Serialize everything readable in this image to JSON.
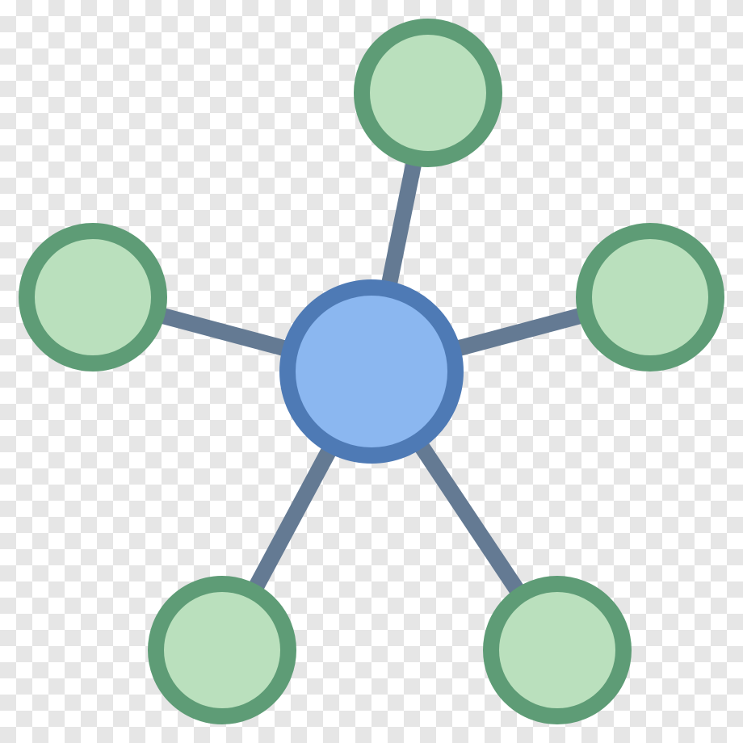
{
  "icon": {
    "name": "network-hub-icon",
    "colors": {
      "edge": "#647a93",
      "hub_fill": "#8bb7f0",
      "hub_stroke": "#4e7ab5",
      "node_fill": "#bae0bd",
      "node_stroke": "#5e9c76",
      "background_check_light": "#ffffff",
      "background_check_dark": "#e6e6e6"
    },
    "hub": {
      "name": "hub-node"
    },
    "satellites": [
      {
        "name": "satellite-node-top"
      },
      {
        "name": "satellite-node-right"
      },
      {
        "name": "satellite-node-bottom-right"
      },
      {
        "name": "satellite-node-bottom-left"
      },
      {
        "name": "satellite-node-left"
      }
    ]
  }
}
